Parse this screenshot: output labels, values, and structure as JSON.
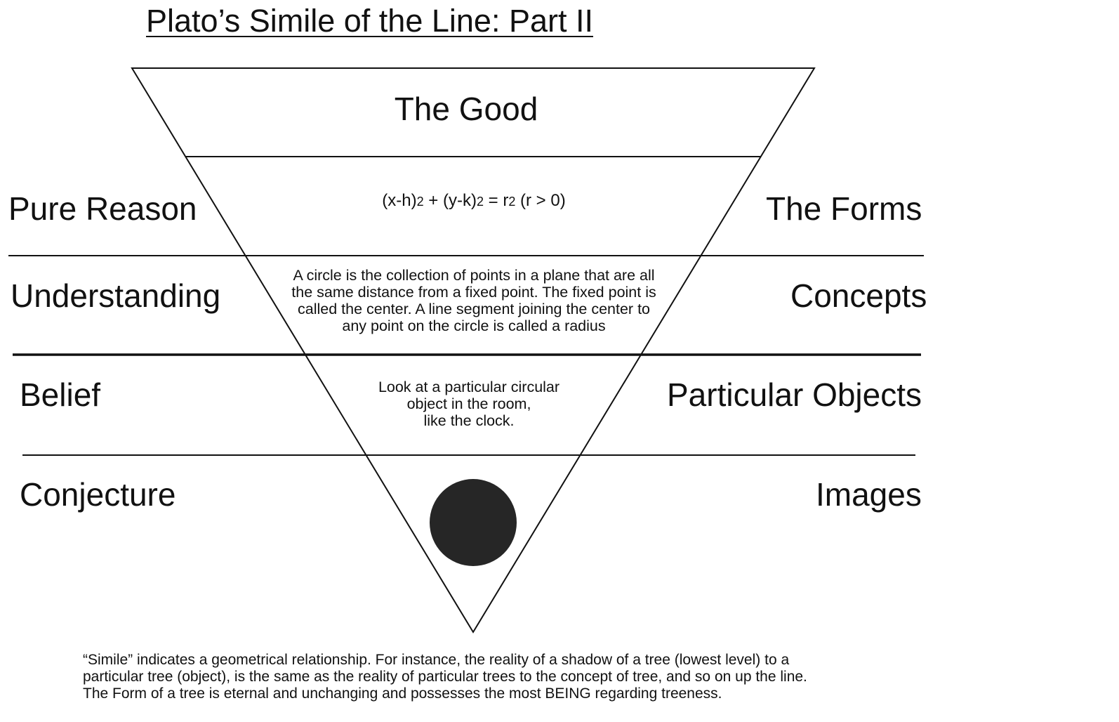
{
  "title": "Plato’s Simile of the Line: Part II",
  "apex_label": "The Good",
  "levels": [
    {
      "left": "Pure Reason",
      "right": "The Forms"
    },
    {
      "left": "Understanding",
      "right": "Concepts"
    },
    {
      "left": "Belief",
      "right": "Particular Objects"
    },
    {
      "left": "Conjecture",
      "right": "Images"
    }
  ],
  "formula": {
    "a": "(x-h)",
    "a_exp": "2",
    "b": " + (y-k)",
    "b_exp": "2",
    "c": " = r",
    "c_exp": "2",
    "d": " (r > 0)"
  },
  "definition_lines": [
    "A circle is the collection of points in a plane that are all",
    "the same distance from a fixed point. The fixed point is",
    "called the center. A line segment joining the center to",
    "any point on the circle is called a radius"
  ],
  "object_lines": [
    "Look at a particular circular",
    "object in the room,",
    "like the clock."
  ],
  "caption_lines": [
    "“Simile” indicates a geometrical relationship. For instance, the reality of a shadow of a tree (lowest level) to a",
    "particular tree (object), is the same as the reality of particular trees to the concept of tree, and so on up the line.",
    "The Form of a tree is eternal and unchanging and possesses the most BEING regarding treeness."
  ]
}
